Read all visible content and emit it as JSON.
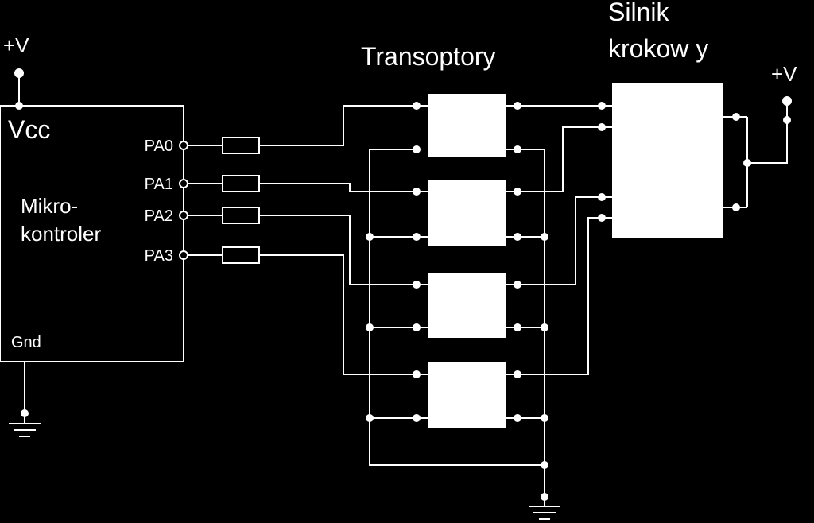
{
  "colors": {
    "background": "#000000",
    "wire": "#ffffff",
    "block": "#ffffff"
  },
  "labels": {
    "vcc_supply": "+V",
    "motor_supply": "+V",
    "vcc_pin": "Vcc",
    "mcu_line1": "Mikro-",
    "mcu_line2": "kontroler",
    "gnd_pin": "Gnd",
    "transoptors": "Transoptory",
    "motor_line1": "Silnik",
    "motor_line2": "krokow y"
  },
  "pins": [
    "PA0",
    "PA1",
    "PA2",
    "PA3"
  ],
  "icons": {
    "ground": "ground-icon",
    "terminal": "terminal-dot-icon",
    "resistor": "resistor-icon"
  }
}
